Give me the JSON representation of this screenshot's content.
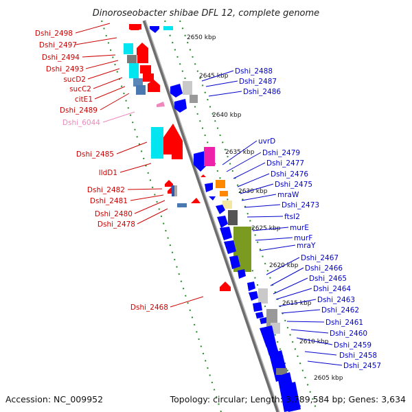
{
  "title": "Dinoroseobacter shibae DFL 12, complete genome",
  "footer": {
    "accession": "Accession: NC_009952",
    "summary": "Topology: circular; Length: 3,789,584 bp; Genes: 3,634"
  },
  "ticks": [
    "2650 kbp",
    "2645 kbp",
    "2640 kbp",
    "2635 kbp",
    "2630 kbp",
    "2625 kbp",
    "2620 kbp",
    "2615 kbp",
    "2610 kbp",
    "2605 kbp"
  ],
  "left_labels": [
    "Dshi_2498",
    "Dshi_2497",
    "Dshi_2494",
    "Dshi_2493",
    "sucD2",
    "sucC2",
    "citE1",
    "Dshi_2489",
    "Dshi_6044",
    "Dshi_2485",
    "lldD1",
    "Dshi_2482",
    "Dshi_2481",
    "Dshi_2480",
    "Dshi_2478",
    "Dshi_2468"
  ],
  "right_labels": [
    "Dshi_2488",
    "Dshi_2487",
    "Dshi_2486",
    "uvrD",
    "Dshi_2479",
    "Dshi_2477",
    "Dshi_2476",
    "Dshi_2475",
    "mraW",
    "Dshi_2473",
    "ftsI2",
    "murE",
    "murF",
    "mraY",
    "Dshi_2467",
    "Dshi_2466",
    "Dshi_2465",
    "Dshi_2464",
    "Dshi_2463",
    "Dshi_2462",
    "Dshi_2461",
    "Dshi_2460",
    "Dshi_2459",
    "Dshi_2458",
    "Dshi_2457"
  ],
  "colors": {
    "forward": "#ff0000",
    "reverse": "#0000ff",
    "pseudo": "#ee88bb",
    "cyan": "#00e5f0",
    "backbone": "#888888",
    "dots": "#228822",
    "olive": "#7a9a20",
    "orange": "#ff8800",
    "magenta": "#ee22aa",
    "pale": "#f2e6a0"
  }
}
